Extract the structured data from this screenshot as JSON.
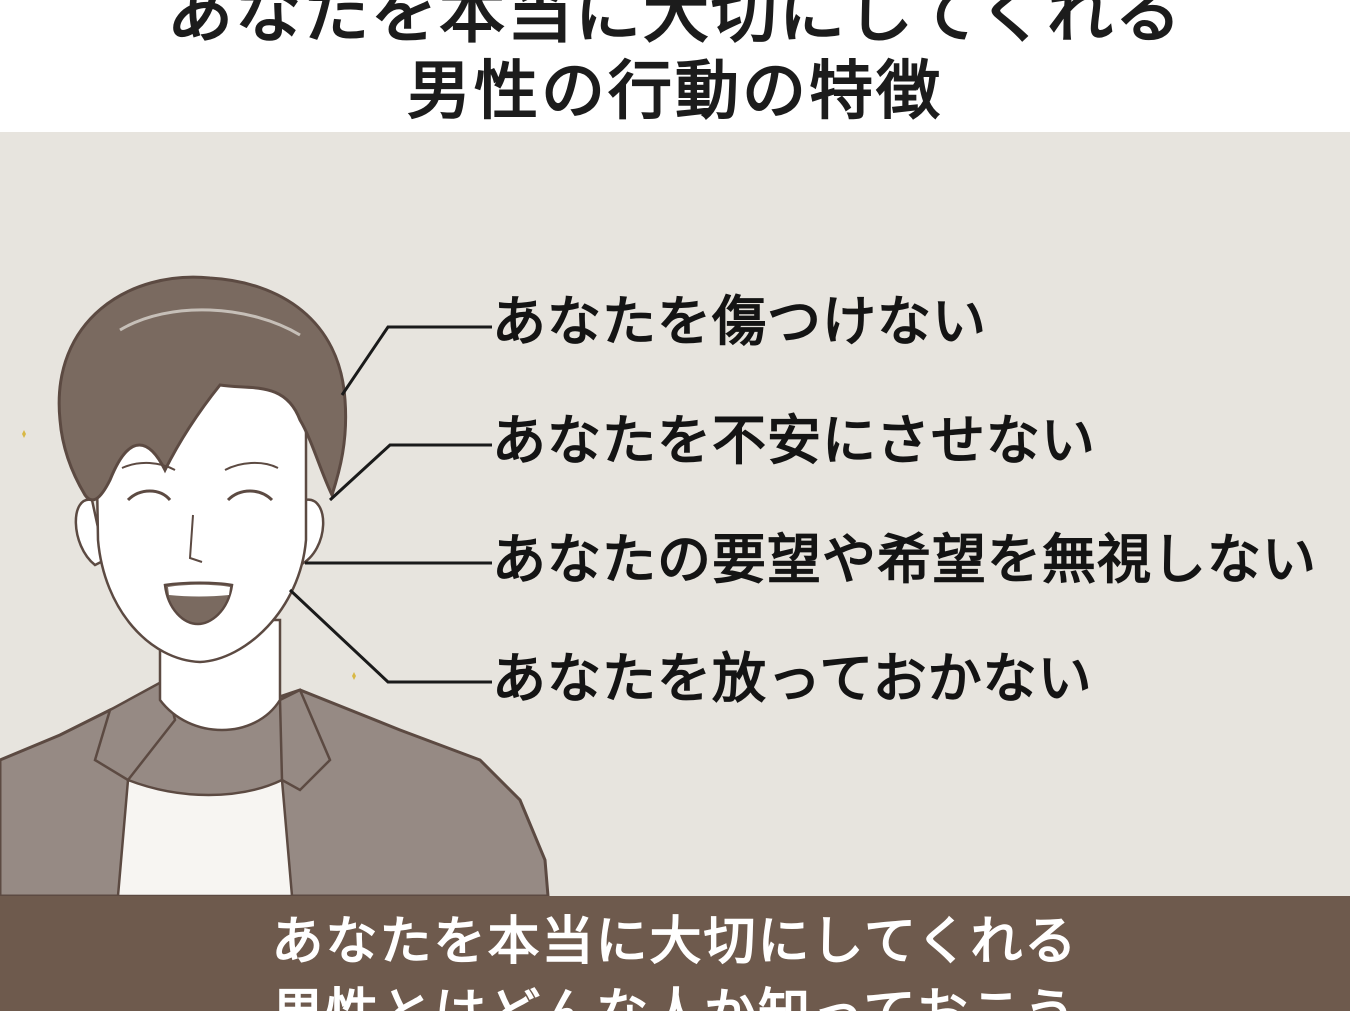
{
  "header": {
    "title_line1": "あなたを本当に大切にしてくれる",
    "title_line2": "男性の行動の特徴"
  },
  "callouts": [
    "あなたを傷つけない",
    "あなたを不安にさせない",
    "あなたの要望や希望を無視しない",
    "あなたを放っておかない"
  ],
  "footer": {
    "line1": "あなたを本当に大切にしてくれる",
    "line2": "男性とはどんな人か知っておこう"
  },
  "colors": {
    "panel_background": "#e7e4de",
    "footer_background": "#6e5a4d",
    "hair": "#7a6a60",
    "jacket": "#968a84",
    "outline": "#5c4a42"
  }
}
